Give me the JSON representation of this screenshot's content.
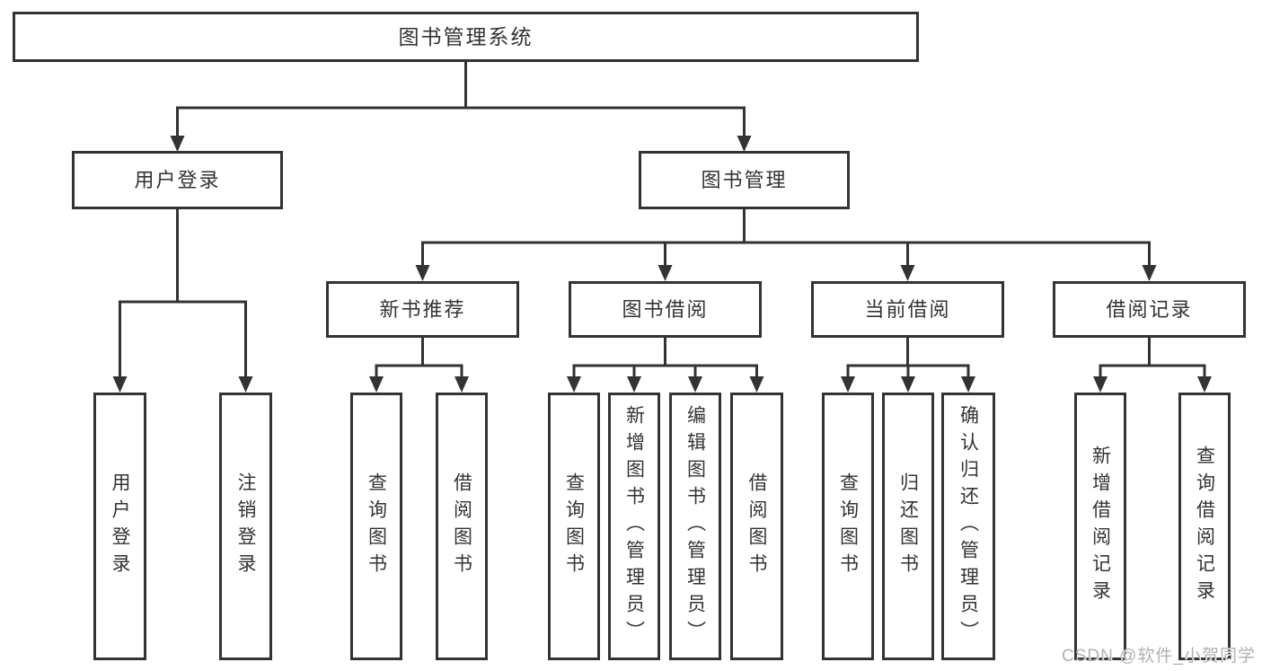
{
  "diagram": {
    "root": {
      "label": "图书管理系统"
    },
    "branches": [
      {
        "label": "用户登录",
        "children": [
          {
            "label": "用户登录"
          },
          {
            "label": "注销登录"
          }
        ]
      },
      {
        "label": "图书管理",
        "children": [
          {
            "label": "新书推荐",
            "children": [
              {
                "label": "查询图书"
              },
              {
                "label": "借阅图书"
              }
            ]
          },
          {
            "label": "图书借阅",
            "children": [
              {
                "label": "查询图书"
              },
              {
                "label": "新增图书（管理员）"
              },
              {
                "label": "编辑图书（管理员）"
              },
              {
                "label": "借阅图书"
              }
            ]
          },
          {
            "label": "当前借阅",
            "children": [
              {
                "label": "查询图书"
              },
              {
                "label": "归还图书"
              },
              {
                "label": "确认归还（管理员）"
              }
            ]
          },
          {
            "label": "借阅记录",
            "children": [
              {
                "label": "新增借阅记录"
              },
              {
                "label": "查询借阅记录"
              }
            ]
          }
        ]
      }
    ]
  },
  "watermark": {
    "text": "CSDN @软件_小贺同学"
  },
  "colors": {
    "line": "#333333",
    "box_background": "#ffffff",
    "watermark_text": "#b1b1b1"
  }
}
